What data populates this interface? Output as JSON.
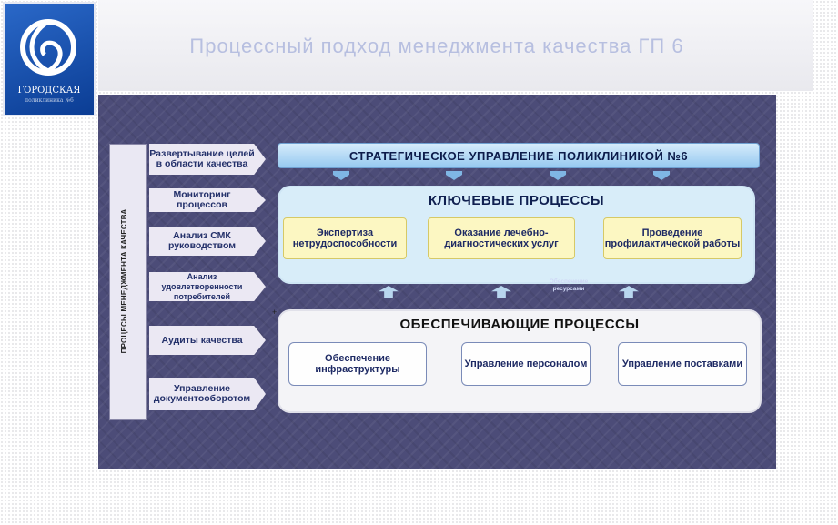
{
  "page": {
    "title": "Процессный подход менеджмента качества ГП 6"
  },
  "logo": {
    "line1": "ГОРОДСКАЯ",
    "line2": "поликлиника №6",
    "brand_color": "#1f5cbf"
  },
  "sidebar": {
    "vertical_label": "ПРОЦЕСЫ МЕНЕДЖМЕНТА КАЧЕСТВА",
    "tabs": [
      {
        "label": "Развертывание целей в области качества"
      },
      {
        "label": "Мониторинг процессов"
      },
      {
        "label": "Анализ СМК руководством"
      },
      {
        "label": "Анализ удовлетворенности потребителей"
      },
      {
        "label": "Аудиты качества"
      },
      {
        "label": "Управление документооборотом"
      }
    ]
  },
  "strategic": {
    "label": "СТРАТЕГИЧЕСКОЕ УПРАВЛЕНИЕ ПОЛИКЛИНИКОЙ №6"
  },
  "key_processes": {
    "title": "КЛЮЧЕВЫЕ ПРОЦЕССЫ",
    "items": [
      {
        "label": "Экспертиза нетрудоспособности"
      },
      {
        "label": "Оказание лечебно-диагностических услуг"
      },
      {
        "label": "Проведение профилактической работы"
      }
    ]
  },
  "resources_label": "Обеспечение ресурсами",
  "support_processes": {
    "title": "ОБЕСПЕЧИВАЮЩИЕ ПРОЦЕССЫ",
    "items": [
      {
        "label": "Обеспечение инфраструктуры"
      },
      {
        "label": "Управление персоналом"
      },
      {
        "label": "Управление поставками"
      }
    ]
  },
  "colors": {
    "panel": "#4c4c78",
    "strategic": "#9ccbf0",
    "key_bg": "#d8edf9",
    "key_box": "#fcf7c2",
    "support_bg": "#f4f4f7"
  }
}
